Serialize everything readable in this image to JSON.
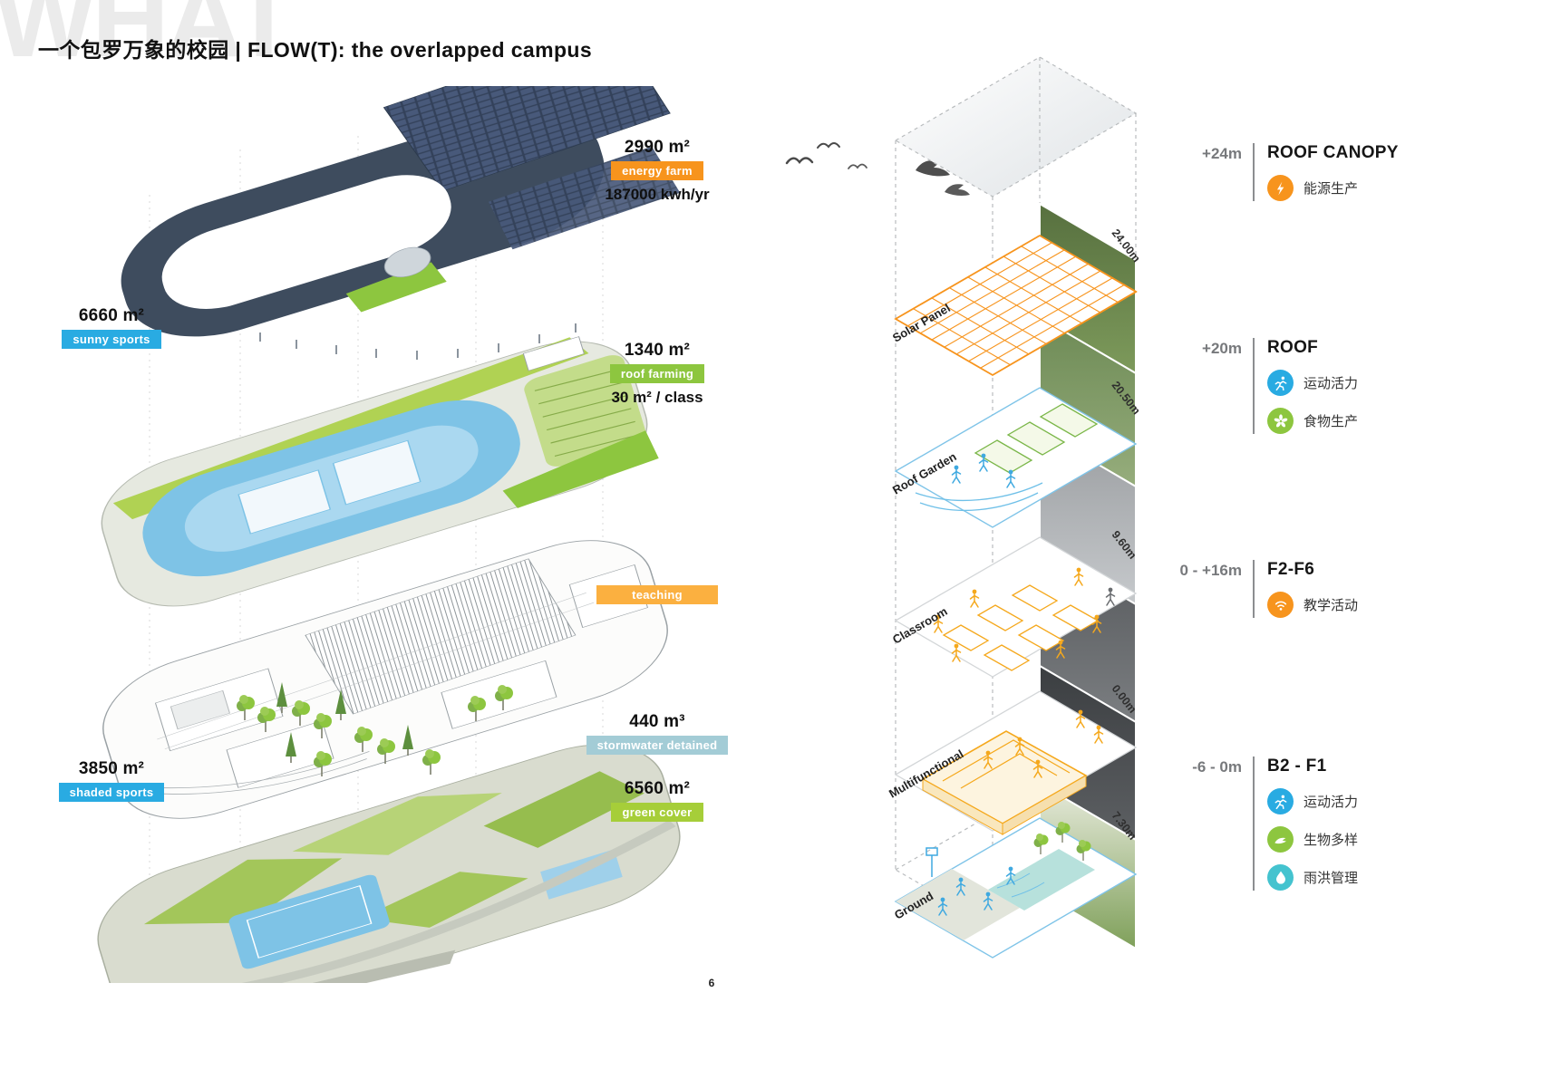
{
  "page": {
    "watermark": "WHAT",
    "title": "一个包罗万象的校园 | FLOW(T): the overlapped campus",
    "page_number": "6"
  },
  "axon": {
    "callouts": {
      "energy_farm": {
        "value": "2990 m²",
        "tag": "energy farm",
        "extra": "187000 kwh/yr"
      },
      "sunny_sports": {
        "value": "6660 m²",
        "tag": "sunny sports"
      },
      "roof_farming": {
        "value": "1340 m²",
        "tag": "roof farming",
        "extra": "30 m² / class"
      },
      "teaching": {
        "tag": "teaching"
      },
      "stormwater": {
        "value": "440 m³",
        "tag": "stormwater detained"
      },
      "shaded_sports": {
        "value": "3850 m²",
        "tag": "shaded sports"
      },
      "green_cover": {
        "value": "6560 m²",
        "tag": "green cover"
      }
    }
  },
  "stack": {
    "layers": [
      {
        "name": "Solar Panel",
        "elevation": "24.00m"
      },
      {
        "name": "Roof Garden",
        "elevation": "20.50m"
      },
      {
        "name": "Classroom",
        "elevation": "9.60m"
      },
      {
        "name": "Multifunctional",
        "elevation": "0.00m"
      },
      {
        "name": "Ground",
        "elevation": "7.30m"
      }
    ]
  },
  "legend": {
    "sections": [
      {
        "range": "+24m",
        "label": "ROOF CANOPY",
        "items": [
          {
            "icon": "bolt-icon",
            "color": "#f7941d",
            "text": "能源生产"
          }
        ]
      },
      {
        "range": "+20m",
        "label": "ROOF",
        "items": [
          {
            "icon": "runner-icon",
            "color": "#29abe2",
            "text": "运动活力"
          },
          {
            "icon": "food-icon",
            "color": "#8dc63f",
            "text": "食物生产"
          }
        ]
      },
      {
        "range": "0 - +16m",
        "label": "F2-F6",
        "items": [
          {
            "icon": "wifi-icon",
            "color": "#f7941d",
            "text": "教学活动"
          }
        ]
      },
      {
        "range": "-6 - 0m",
        "label": "B2 - F1",
        "items": [
          {
            "icon": "runner-icon",
            "color": "#29abe2",
            "text": "运动活力"
          },
          {
            "icon": "bird-icon",
            "color": "#8dc63f",
            "text": "生物多样"
          },
          {
            "icon": "drop-icon",
            "color": "#44c3cf",
            "text": "雨洪管理"
          }
        ]
      }
    ]
  },
  "colors": {
    "orange": "#f7941d",
    "yellow": "#fbb040",
    "blue": "#29abe2",
    "green": "#8dc63f",
    "lime": "#a6ce39",
    "teal_tag": "#a3ccd6",
    "drop_teal": "#44c3cf",
    "canopy_dark": "#3e4c5e",
    "track_blue": "#7ec3e6"
  }
}
